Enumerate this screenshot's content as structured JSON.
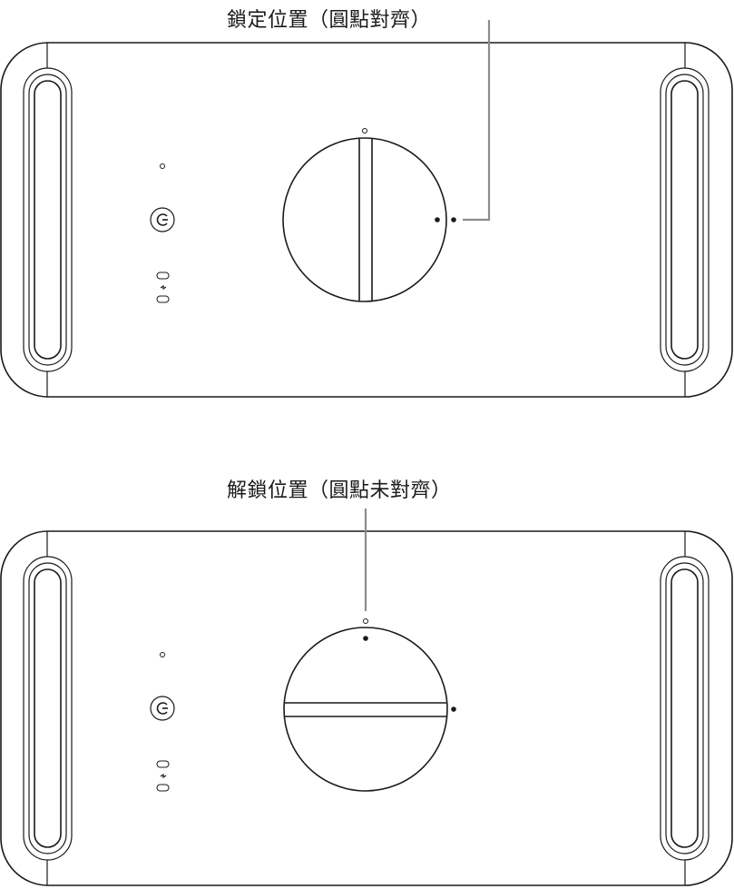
{
  "diagram": {
    "locked": {
      "caption": "鎖定位置（圓點對齊）",
      "state": "locked",
      "dots_aligned": true
    },
    "unlocked": {
      "caption": "解鎖位置（圓點未對齊）",
      "state": "unlocked",
      "dots_aligned": false
    },
    "colors": {
      "outline": "#1a1a1a",
      "leader_line": "#8c8c8c",
      "background": "#ffffff"
    },
    "icons": [
      "power-button-icon",
      "thunderbolt-icon",
      "indicator-light-icon",
      "lock-latch-icon"
    ]
  }
}
